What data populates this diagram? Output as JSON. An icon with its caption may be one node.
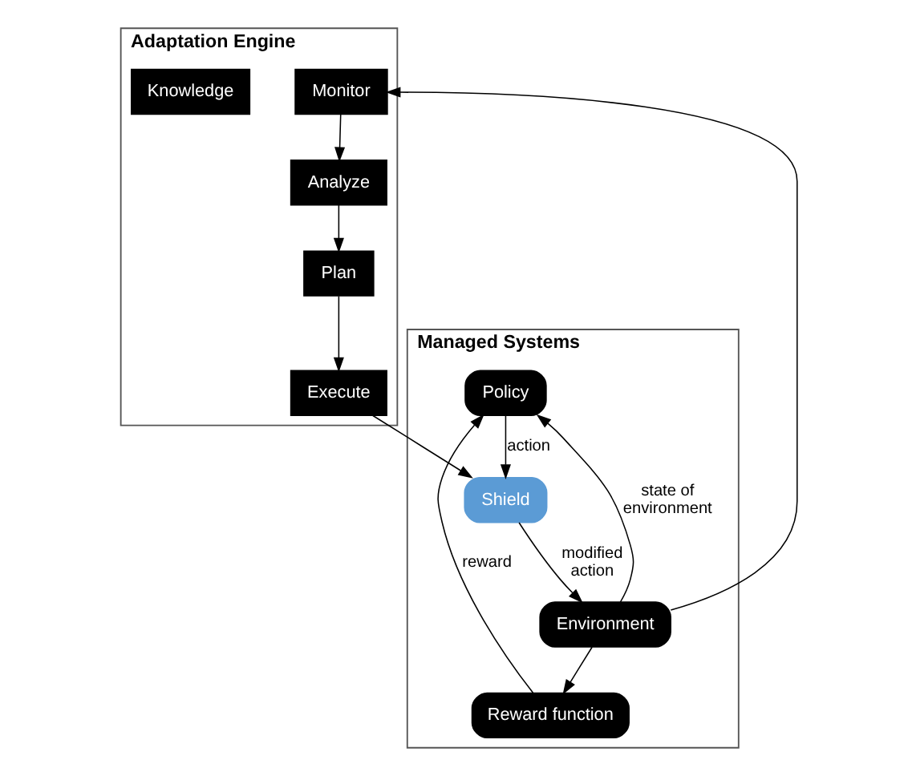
{
  "diagram": {
    "nodes": [
      {
        "text": [
          "Adaptation Engine"
        ]
      },
      {
        "text": [
          "Analyze"
        ],
        "in": 0
      },
      {
        "text": [
          "Plan"
        ],
        "in": 0
      },
      {
        "text": [
          "Monitor"
        ],
        "in": 0
      },
      {
        "text": [
          "Execute"
        ],
        "in": 0
      },
      {
        "text": [
          "Knowledge"
        ],
        "in": 0
      },
      {
        "text": [
          "Managed Systems"
        ]
      },
      {
        "text": [
          "Policy"
        ],
        "in": 6
      },
      {
        "text": [
          "Shield"
        ],
        "in": 6
      },
      {
        "text": [
          "Reward function"
        ],
        "in": 6
      },
      {
        "text": [
          "Environment"
        ],
        "in": 6
      }
    ],
    "edges": [
      {
        "from": 3,
        "to": 1,
        "arrow": "to"
      },
      {
        "from": 1,
        "to": 2,
        "arrow": "to"
      },
      {
        "from": 2,
        "to": 4,
        "arrow": "to"
      },
      {
        "from": 4,
        "to": 8,
        "arrow": "to"
      },
      {
        "from": 7,
        "to": 8,
        "label": "action",
        "arrow": "to"
      },
      {
        "from": 8,
        "to": 10,
        "label": "modified action",
        "arrow": "to"
      },
      {
        "from": 10,
        "to": 9,
        "arrow": "to"
      },
      {
        "from": 9,
        "to": 7,
        "label": "reward",
        "arrow": "to"
      },
      {
        "from": 10,
        "to": 7,
        "label": "state of environment",
        "arrow": "to"
      },
      {
        "from": 10,
        "to": 3,
        "arrow": "to"
      }
    ]
  }
}
